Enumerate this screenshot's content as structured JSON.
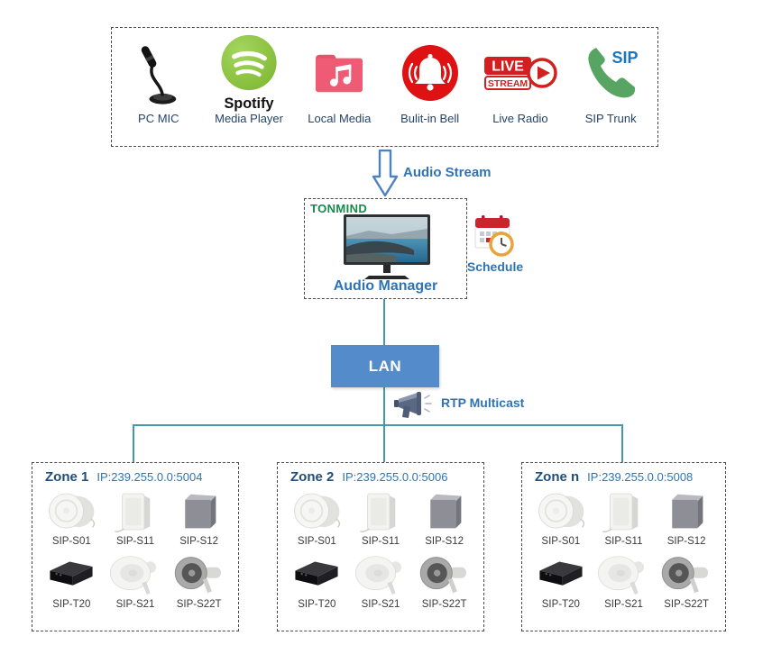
{
  "colors": {
    "accent-blue": "#2E74B5",
    "navy-label": "#24436B",
    "zone-title": "#1F4E79",
    "device-label": "#3A3A3A",
    "line-teal": "#4399AC",
    "lan-fill": "#548BCB",
    "logo-green": "#118A4C",
    "spotify-green": "#8CC63F",
    "media-red": "#DE1212",
    "folder-pink": "#EF5A75",
    "sip-phone-green": "#58A463"
  },
  "sources": {
    "items": [
      {
        "label": "PC MIC",
        "icon": "microphone-icon"
      },
      {
        "label": "Media Player",
        "icon": "spotify-icon",
        "brand": "Spotify"
      },
      {
        "label": "Local Media",
        "icon": "music-folder-icon"
      },
      {
        "label": "Bulit-in Bell",
        "icon": "bell-icon"
      },
      {
        "label": "Live Radio",
        "icon": "live-stream-icon",
        "badge_line1": "LIVE",
        "badge_line2": "STREAM"
      },
      {
        "label": "SIP Trunk",
        "icon": "sip-phone-icon",
        "badge": "SIP"
      }
    ]
  },
  "flow": {
    "audio_stream_label": "Audio Stream",
    "lan_label": "LAN",
    "rtp_label": "RTP Multicast"
  },
  "manager": {
    "logo": "TONMIND",
    "label": "Audio Manager",
    "schedule_label": "Schedule"
  },
  "zones": [
    {
      "title": "Zone 1",
      "ip": "IP:239.255.0.0:5004",
      "devices": [
        {
          "label": "SIP-S01",
          "icon": "ceiling-speaker-icon"
        },
        {
          "label": "SIP-S11",
          "icon": "wall-speaker-icon"
        },
        {
          "label": "SIP-S12",
          "icon": "cabinet-speaker-icon"
        },
        {
          "label": "SIP-T20",
          "icon": "paging-gateway-icon"
        },
        {
          "label": "SIP-S21",
          "icon": "horn-speaker-icon"
        },
        {
          "label": "SIP-S22T",
          "icon": "horn-speaker-side-icon"
        }
      ]
    },
    {
      "title": "Zone 2",
      "ip": "IP:239.255.0.0:5006",
      "devices": [
        {
          "label": "SIP-S01",
          "icon": "ceiling-speaker-icon"
        },
        {
          "label": "SIP-S11",
          "icon": "wall-speaker-icon"
        },
        {
          "label": "SIP-S12",
          "icon": "cabinet-speaker-icon"
        },
        {
          "label": "SIP-T20",
          "icon": "paging-gateway-icon"
        },
        {
          "label": "SIP-S21",
          "icon": "horn-speaker-icon"
        },
        {
          "label": "SIP-S22T",
          "icon": "horn-speaker-side-icon"
        }
      ]
    },
    {
      "title": "Zone n",
      "ip": "IP:239.255.0.0:5008",
      "devices": [
        {
          "label": "SIP-S01",
          "icon": "ceiling-speaker-icon"
        },
        {
          "label": "SIP-S11",
          "icon": "wall-speaker-icon"
        },
        {
          "label": "SIP-S12",
          "icon": "cabinet-speaker-icon"
        },
        {
          "label": "SIP-T20",
          "icon": "paging-gateway-icon"
        },
        {
          "label": "SIP-S21",
          "icon": "horn-speaker-icon"
        },
        {
          "label": "SIP-S22T",
          "icon": "horn-speaker-side-icon"
        }
      ]
    }
  ]
}
